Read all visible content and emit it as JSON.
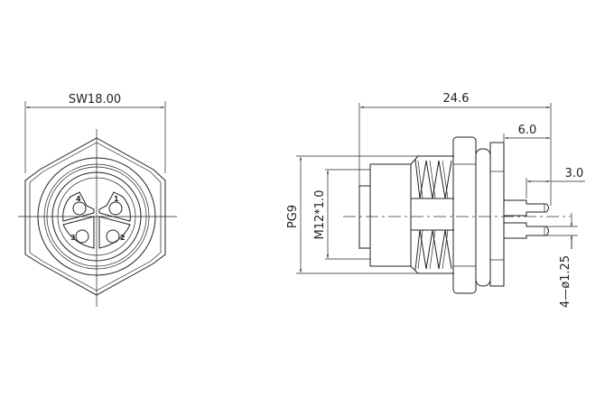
{
  "front_view": {
    "dimension_sw": "SW18.00",
    "pin_labels": [
      "1",
      "2",
      "3",
      "4"
    ]
  },
  "side_view": {
    "dimension_length": "24.6",
    "dimension_pin_length": "6.0",
    "dimension_pin_tip": "3.0",
    "dimension_pg": "PG9",
    "dimension_thread": "M12*1.0",
    "dimension_pin_diameter": "4—ø1.25"
  }
}
